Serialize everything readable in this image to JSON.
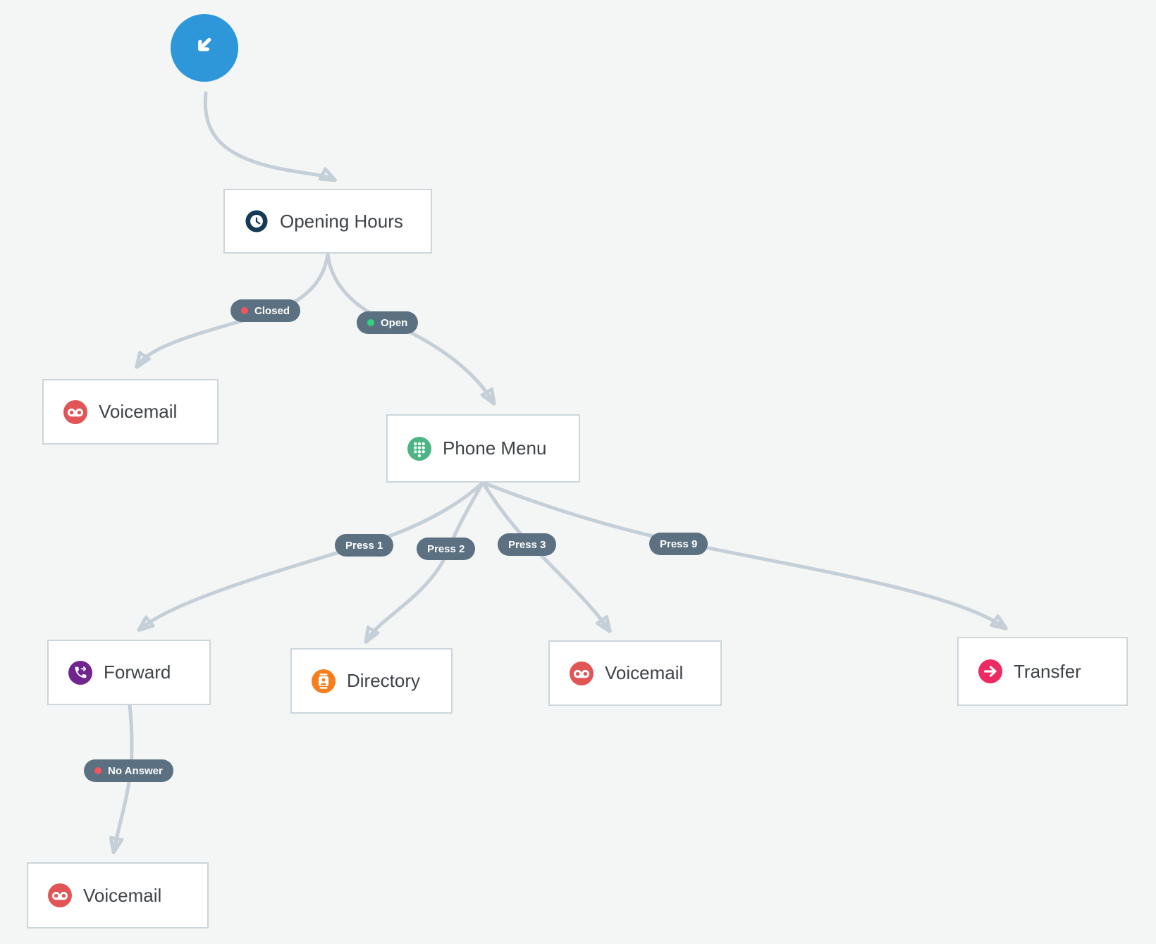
{
  "diagram": {
    "type": "call-flow",
    "background": "#f4f5f5",
    "start": {
      "icon": "incoming-call-icon",
      "color": "#2e97da"
    },
    "nodes": {
      "opening_hours": {
        "label": "Opening Hours",
        "icon": "clock-icon",
        "icon_color": "#143a56"
      },
      "voicemail_closed": {
        "label": "Voicemail",
        "icon": "voicemail-icon",
        "icon_color": "#e15556"
      },
      "phone_menu": {
        "label": "Phone Menu",
        "icon": "dialpad-icon",
        "icon_color": "#4db584"
      },
      "forward": {
        "label": "Forward",
        "icon": "phone-forward-icon",
        "icon_color": "#70258f"
      },
      "directory": {
        "label": "Directory",
        "icon": "contact-card-icon",
        "icon_color": "#f87d1d"
      },
      "voicemail_press3": {
        "label": "Voicemail",
        "icon": "voicemail-icon",
        "icon_color": "#e15556"
      },
      "transfer": {
        "label": "Transfer",
        "icon": "arrow-right-icon",
        "icon_color": "#ee2a62"
      },
      "voicemail_no_answer": {
        "label": "Voicemail",
        "icon": "voicemail-icon",
        "icon_color": "#e15556"
      }
    },
    "edge_labels": {
      "closed": {
        "label": "Closed",
        "status_dot": "#f4555d"
      },
      "open": {
        "label": "Open",
        "status_dot": "#2ed47f"
      },
      "press_1": {
        "label": "Press 1"
      },
      "press_2": {
        "label": "Press 2"
      },
      "press_3": {
        "label": "Press 3"
      },
      "press_9": {
        "label": "Press 9"
      },
      "no_answer": {
        "label": "No Answer",
        "status_dot": "#f4555d"
      }
    },
    "colors": {
      "edge": "#c4cfd7",
      "pill_background": "#5b7181",
      "pill_text": "#ffffff",
      "node_background": "#ffffff",
      "node_border": "#ccd6db",
      "node_text": "#3e4347"
    }
  }
}
